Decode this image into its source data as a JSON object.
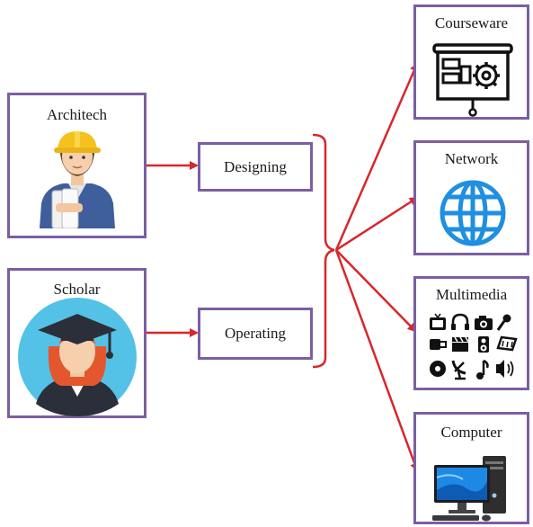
{
  "actors": {
    "architect": {
      "label": "Architech",
      "icon": "architect-icon"
    },
    "scholar": {
      "label": "Scholar",
      "icon": "graduate-icon"
    }
  },
  "processes": {
    "designing": {
      "label": "Designing"
    },
    "operating": {
      "label": "Operating"
    }
  },
  "outputs": {
    "courseware": {
      "label": "Courseware",
      "icon": "presentation-board-icon"
    },
    "network": {
      "label": "Network",
      "icon": "globe-icon"
    },
    "multimedia": {
      "label": "Multimedia",
      "icon": "media-icons-grid"
    },
    "computer": {
      "label": "Computer",
      "icon": "desktop-computer-icon"
    }
  },
  "colors": {
    "box_border": "#7b5ea3",
    "arrow": "#d9262b",
    "accent_blue": "#1f8fe0",
    "scholar_bg": "#54c2e6"
  }
}
